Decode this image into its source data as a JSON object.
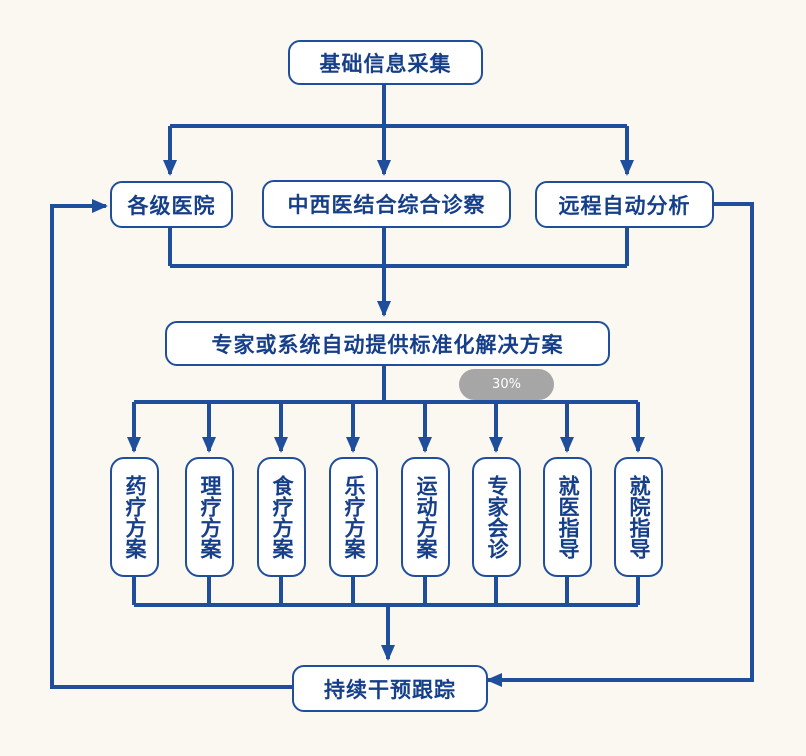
{
  "top": "基础信息采集",
  "middle_row": {
    "left": "各级医院",
    "center": "中西医结合综合诊察",
    "right": "远程自动分析"
  },
  "expert": "专家或系统自动提供标准化解决方案",
  "badge": "30%",
  "plans": [
    "药疗方案",
    "理疗方案",
    "食疗方案",
    "乐疗方案",
    "运动方案",
    "专家会诊",
    "就医指导",
    "就院指导"
  ],
  "bottom": "持续干预跟踪",
  "colors": {
    "line": "#1f4f9c",
    "text": "#163f8a",
    "background": "#fbf8f1",
    "badge": "#a6a6a6"
  }
}
